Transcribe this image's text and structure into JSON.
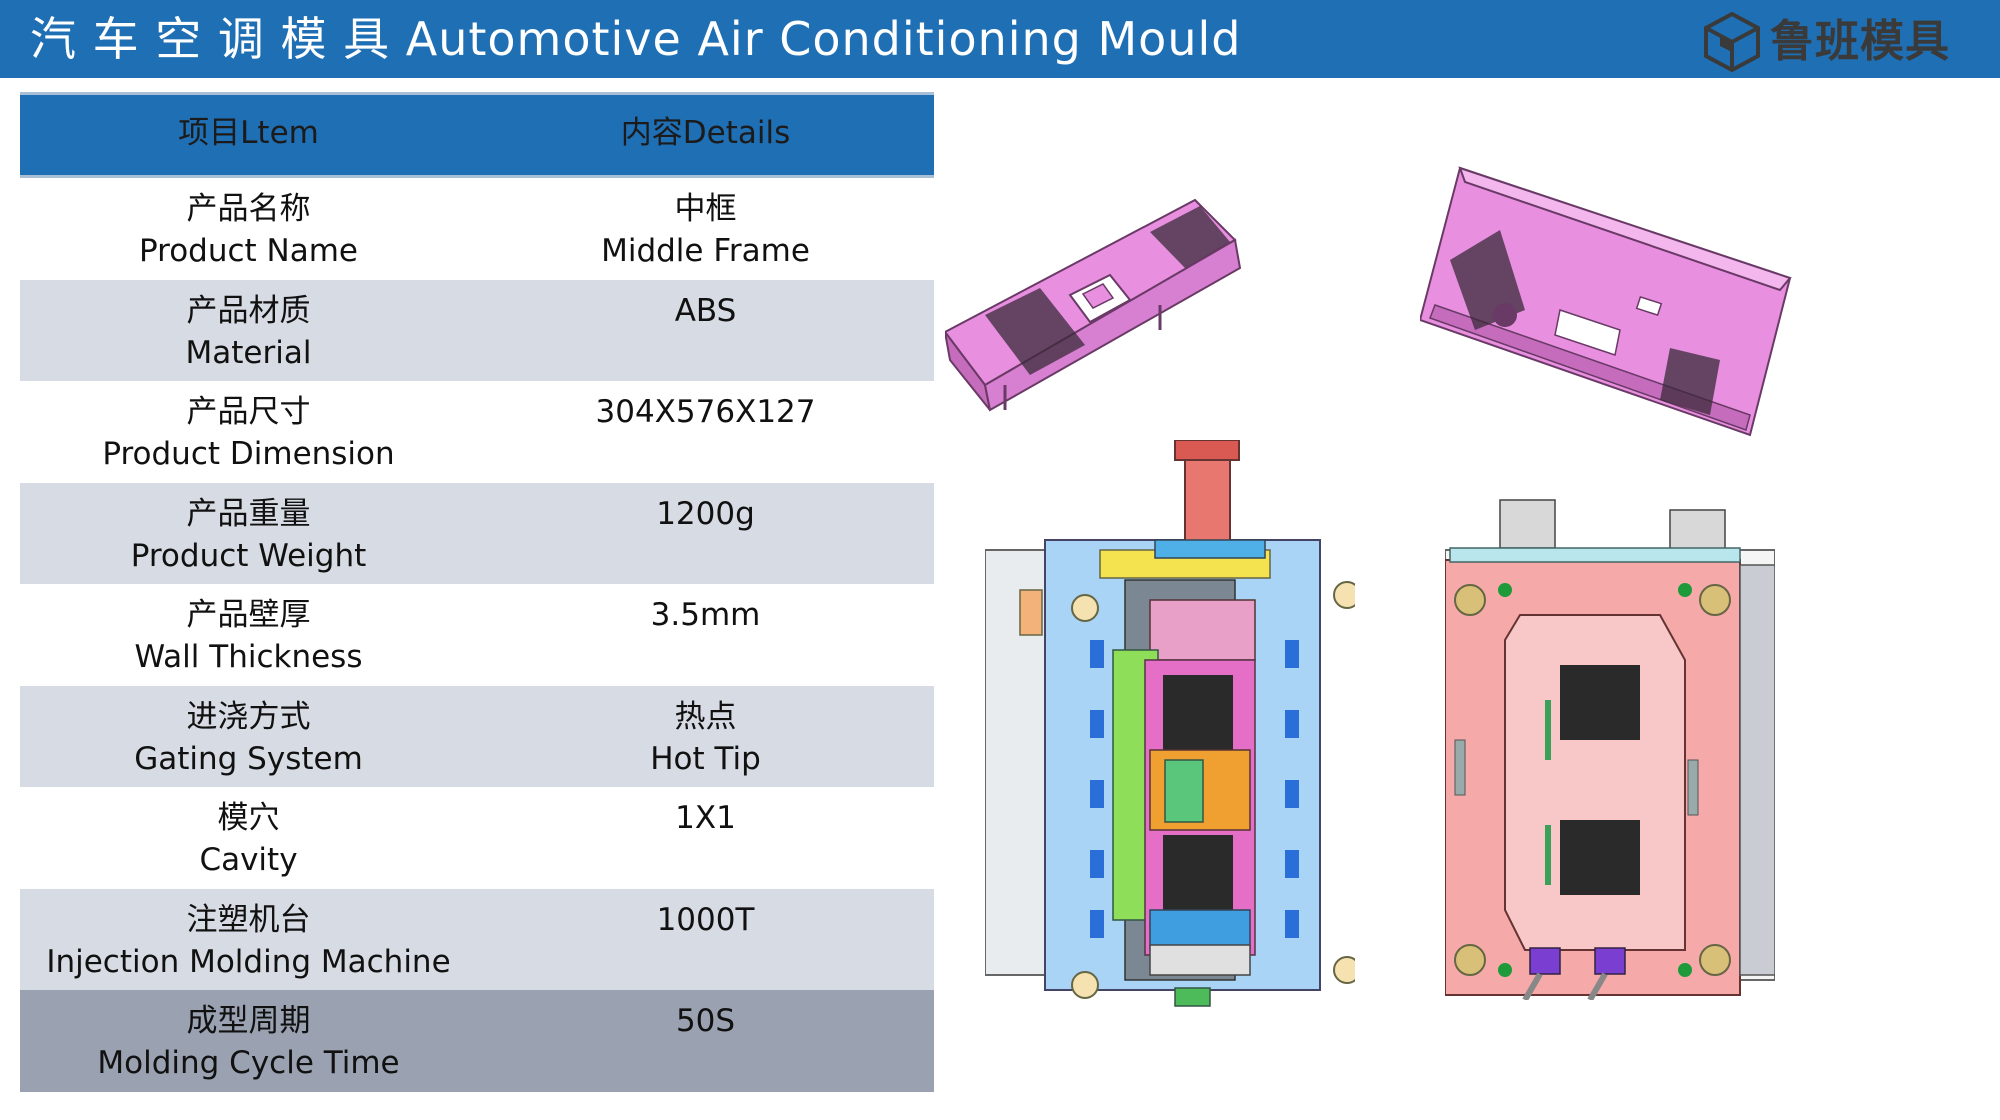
{
  "header": {
    "title": "汽 车 空 调 模 具  Automotive Air Conditioning Mould",
    "logo_text": "鲁班模具"
  },
  "table": {
    "col_item": "项目Ltem",
    "col_details": "内容Details",
    "rows": [
      {
        "item_cn": "产品名称",
        "item_en": "Product Name",
        "value_cn": "中框",
        "value_en": "Middle Frame"
      },
      {
        "item_cn": "产品材质",
        "item_en": "Material",
        "value_cn": "ABS",
        "value_en": ""
      },
      {
        "item_cn": "产品尺寸",
        "item_en": "Product Dimension",
        "value_cn": "304X576X127",
        "value_en": ""
      },
      {
        "item_cn": "产品重量",
        "item_en": "Product Weight",
        "value_cn": "1200g",
        "value_en": ""
      },
      {
        "item_cn": "产品壁厚",
        "item_en": "Wall Thickness",
        "value_cn": "3.5mm",
        "value_en": ""
      },
      {
        "item_cn": "进浇方式",
        "item_en": "Gating System",
        "value_cn": "热点",
        "value_en": "Hot Tip"
      },
      {
        "item_cn": "模穴",
        "item_en": "Cavity",
        "value_cn": "1X1",
        "value_en": ""
      },
      {
        "item_cn": "注塑机台",
        "item_en": "Injection Molding Machine",
        "value_cn": "1000T",
        "value_en": ""
      },
      {
        "item_cn": "成型周期",
        "item_en": "Molding Cycle Time",
        "value_cn": "50S",
        "value_en": ""
      }
    ]
  },
  "colors": {
    "header_blue": "#1f6fb5",
    "row_alt": "#d7dbe3",
    "row_last": "#9aa2b1",
    "product_pink": "#e88fe0",
    "mould_blue": "#a9d4f5",
    "mould_pink": "#f5a9a9"
  }
}
